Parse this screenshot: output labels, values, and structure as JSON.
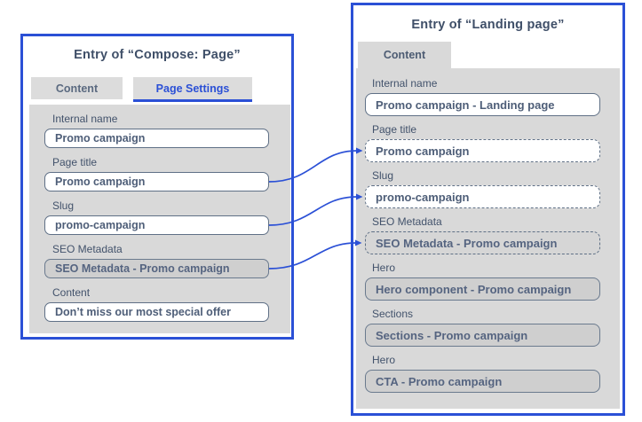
{
  "colors": {
    "accent_blue": "#2b50d6",
    "panel_gray": "#d9d9d9",
    "reference_gray": "#cfcfcf",
    "text_dark": "#3f4f68",
    "value_text": "#4e5e78"
  },
  "left_panel": {
    "title": "Entry of “Compose: Page”",
    "tabs": [
      {
        "label": "Content",
        "active": false
      },
      {
        "label": "Page Settings",
        "active": true
      }
    ],
    "fields": [
      {
        "label": "Internal name",
        "value": "Promo campaign",
        "style": "input"
      },
      {
        "label": "Page title",
        "value": "Promo campaign",
        "style": "input"
      },
      {
        "label": "Slug",
        "value": "promo-campaign",
        "style": "input"
      },
      {
        "label": "SEO Metadata",
        "value": "SEO Metadata - Promo campaign",
        "style": "reference"
      },
      {
        "label": "Content",
        "value": "Don’t miss our most special offer",
        "style": "input"
      }
    ]
  },
  "right_panel": {
    "title": "Entry of “Landing page”",
    "tabs": [
      {
        "label": "Content",
        "active": true
      }
    ],
    "fields": [
      {
        "label": "Internal name",
        "value": "Promo campaign - Landing page",
        "style": "input"
      },
      {
        "label": "Page title",
        "value": "Promo campaign",
        "style": "dashed"
      },
      {
        "label": "Slug",
        "value": "promo-campaign",
        "style": "dashed"
      },
      {
        "label": "SEO Metadata",
        "value": "SEO Metadata - Promo campaign",
        "style": "dashed-reference"
      },
      {
        "label": "Hero",
        "value": "Hero component - Promo campaign",
        "style": "reference"
      },
      {
        "label": "Sections",
        "value": "Sections - Promo campaign",
        "style": "reference"
      },
      {
        "label": "Hero",
        "value": "CTA - Promo campaign",
        "style": "reference"
      }
    ]
  },
  "connections": [
    {
      "from": "left.Page title",
      "to": "right.Page title"
    },
    {
      "from": "left.Slug",
      "to": "right.Slug"
    },
    {
      "from": "left.SEO Metadata",
      "to": "right.SEO Metadata"
    }
  ]
}
